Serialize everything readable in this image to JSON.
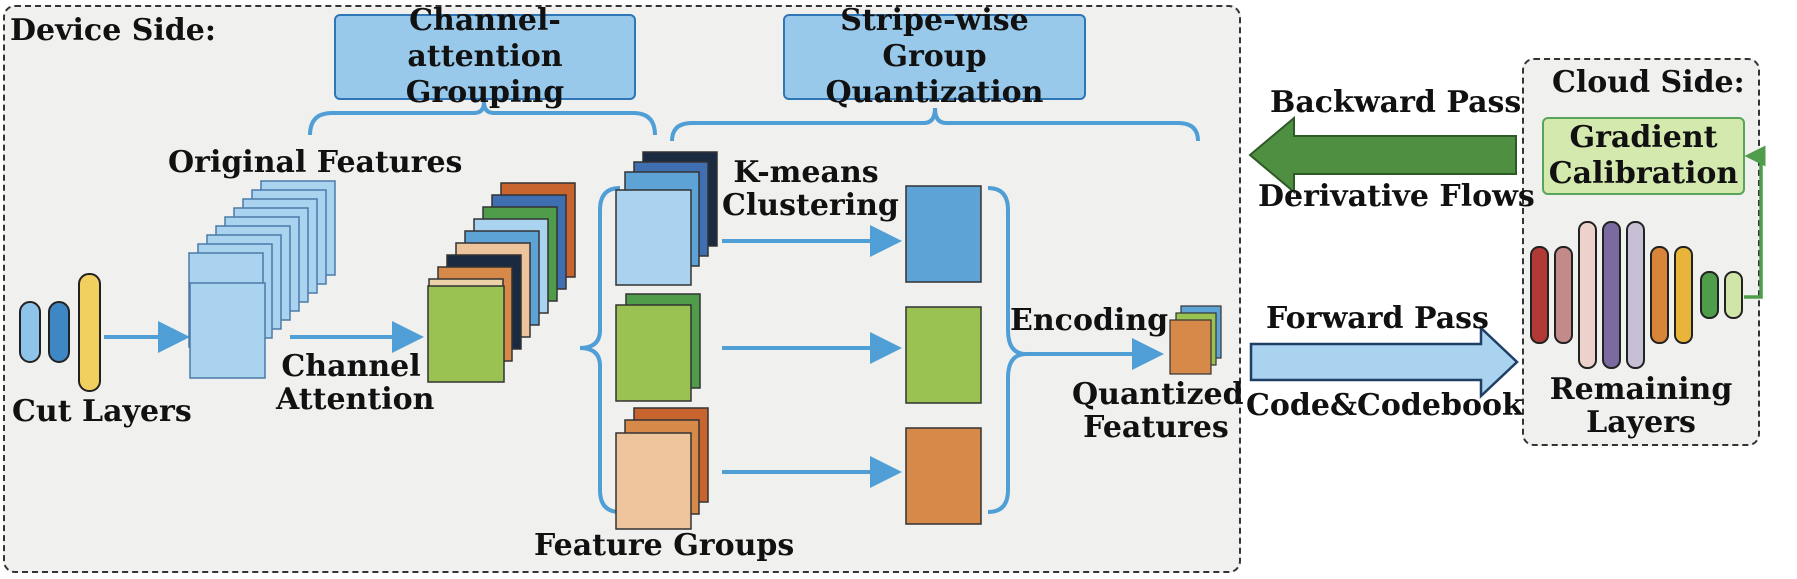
{
  "device_side": {
    "title": "Device Side:",
    "channel_attention_grouping": [
      "Channel-attention",
      "Grouping"
    ],
    "stripe_wise_group_quantization": [
      "Stripe-wise Group",
      "Quantization"
    ],
    "original_features": "Original Features",
    "cut_layers": "Cut Layers",
    "channel_attention": [
      "Channel",
      "Attention"
    ],
    "kmeans_clustering": [
      "K-means",
      "Clustering"
    ],
    "feature_groups": "Feature Groups",
    "encoding": "Encoding",
    "quantized_features": [
      "Quantized",
      "Features"
    ]
  },
  "transfer": {
    "backward_pass": "Backward Pass",
    "derivative_flows": "Derivative Flows",
    "forward_pass": "Forward Pass",
    "code_codebook": "Code&Codebook"
  },
  "cloud_side": {
    "title": "Cloud Side:",
    "gradient_calibration": [
      "Gradient",
      "Calibration"
    ],
    "remaining_layers": [
      "Remaining",
      "Layers"
    ]
  },
  "colors": {
    "light_blue": "#a9d3ee",
    "mid_blue": "#5ea3d6",
    "steel_blue": "#3f7fbf",
    "navy": "#1a2a40",
    "green": "#9ac253",
    "dark_green": "#4f9c4a",
    "peach": "#edc49c",
    "orange": "#d7894a",
    "burnt_orange": "#c8652e",
    "yellow": "#f0d060",
    "arrow_blue": "#4f9fd6",
    "backward_arrow": "#4f8f42",
    "forward_arrow": "#a9d3ee",
    "layer_red": "#b13a36",
    "layer_rose": "#c48a8a",
    "layer_pink": "#ecd2cb",
    "layer_purple": "#7a6aa0",
    "layer_lavender": "#c7bfd6",
    "layer_orange": "#d8853a",
    "layer_gold": "#e8b53a",
    "layer_green": "#4f9c4a",
    "layer_lightgreen": "#cfe6a8"
  }
}
